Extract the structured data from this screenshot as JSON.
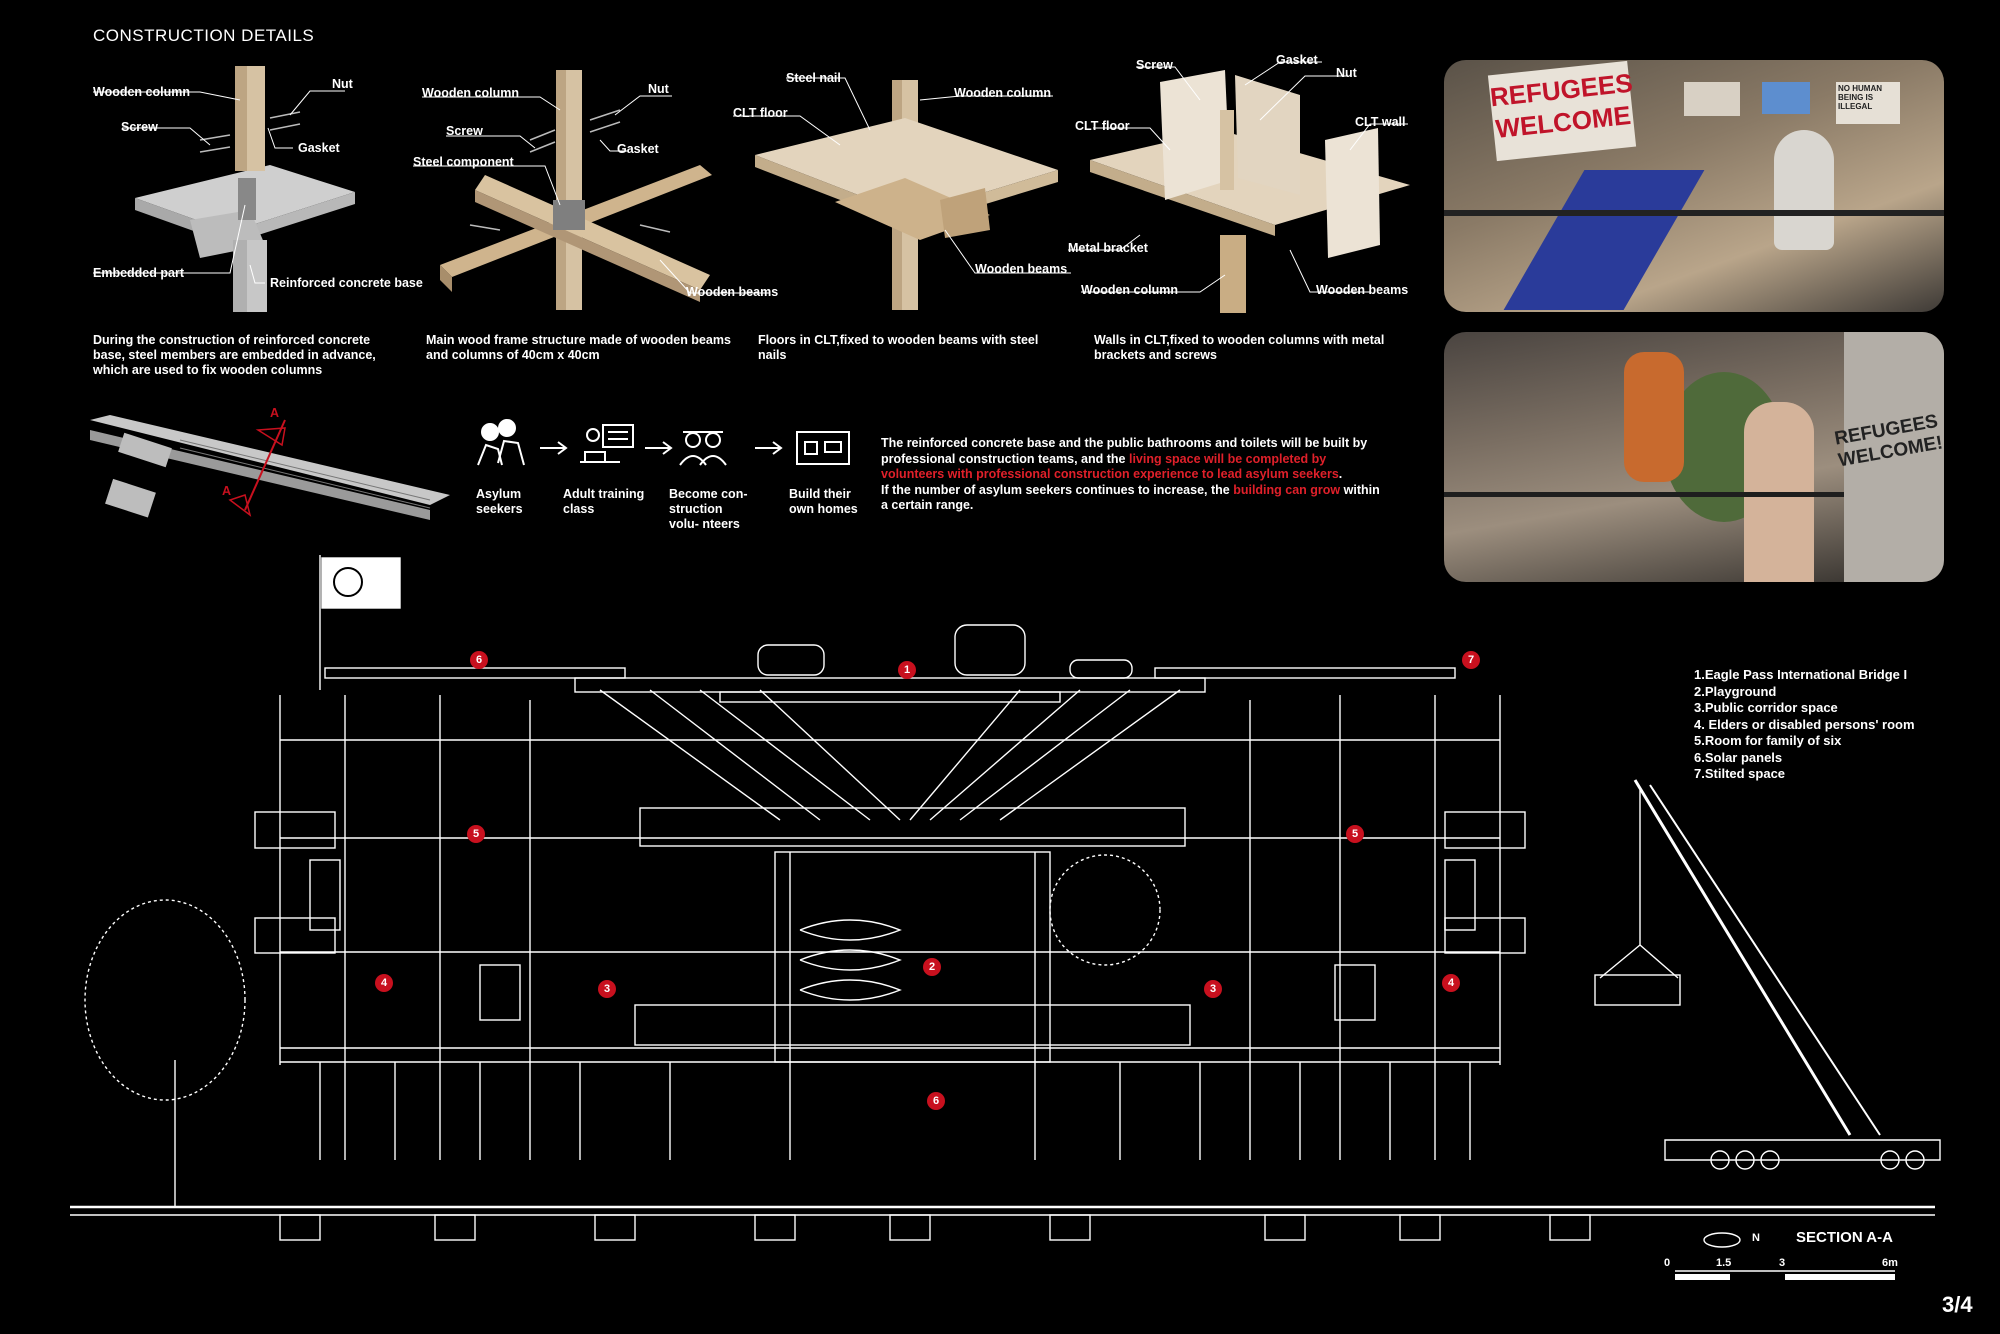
{
  "title": "CONSTRUCTION DETAILS",
  "details": [
    {
      "labels": [
        "Wooden column",
        "Nut",
        "Screw",
        "Gasket",
        "Embedded part",
        "Reinforced concrete base"
      ],
      "text": "During the construction of reinforced concrete base, steel members are embedded in advance, which are used to fix wooden columns"
    },
    {
      "labels": [
        "Wooden column",
        "Nut",
        "Screw",
        "Gasket",
        "Steel component",
        "Wooden beams"
      ],
      "text": "Main wood frame structure made of wooden beams and columns of 40cm x 40cm"
    },
    {
      "labels": [
        "Steel nail",
        "Wooden column",
        "CLT floor",
        "Wooden beams"
      ],
      "text": "Floors in CLT,fixed  to wooden beams with steel nails"
    },
    {
      "labels": [
        "Screw",
        "Gasket",
        "Nut",
        "CLT floor",
        "CLT wall",
        "Metal bracket",
        "Wooden column",
        "Wooden beams"
      ],
      "text": "Walls in CLT,fixed to wooden columns with metal brackets and screws"
    }
  ],
  "section_marker": "A",
  "steps": [
    {
      "label": "Asylum seekers"
    },
    {
      "label": "Adult training class"
    },
    {
      "label": "Become con- struction volu- nteers"
    },
    {
      "label": "Build their own homes"
    }
  ],
  "process_text": {
    "p1": "The reinforced concrete base and the public bathrooms and toilets will be built by professional construction teams, and the ",
    "p1_red": "living space will be completed by volunteers with professional construction experience to lead asylum seekers",
    "p1_end": ".",
    "p2": "If the number of asylum seekers continues to increase, the ",
    "p2_red": "building can grow",
    "p2_end": " within a certain range."
  },
  "photos": {
    "photo1_banner": "REFUGEES WELCOME",
    "photo1_sign": "NO HUMAN BEING IS ILLEGAL",
    "photo2_wall": "REFUGEES WELCOME!"
  },
  "legend": [
    "1.Eagle Pass International Bridge I",
    "2.Playground",
    "3.Public corridor space",
    "4. Elders or disabled persons' room",
    "5.Room for family of six",
    "6.Solar panels",
    "7.Stilted space"
  ],
  "markers": [
    "1",
    "2",
    "3",
    "3",
    "4",
    "4",
    "5",
    "5",
    "6",
    "6",
    "7"
  ],
  "section_title": "SECTION A-A",
  "north": "N",
  "scale": [
    "0",
    "1.5",
    "3",
    "6m"
  ],
  "page_number": "3/4",
  "colors": {
    "background": "#000000",
    "accent_red": "#c8101e",
    "wood": "#d6c2a3",
    "concrete": "#c9c9c9"
  }
}
